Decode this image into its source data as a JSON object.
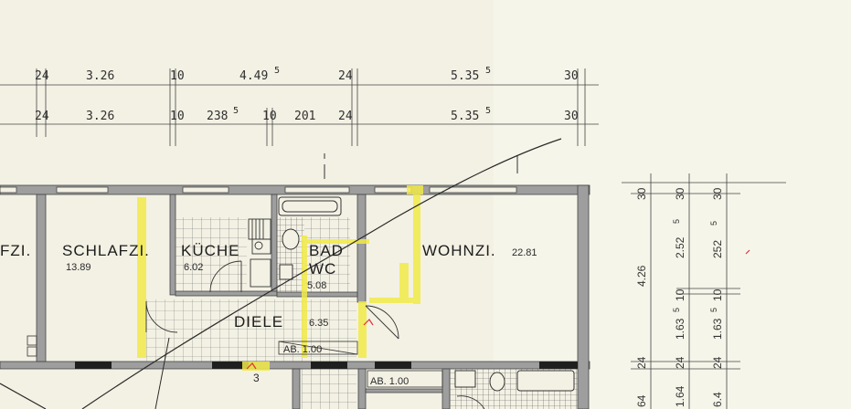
{
  "dimensions_top": {
    "row1": [
      "24",
      "3.26",
      "10",
      "4.49",
      "5",
      "24",
      "5.35",
      "5",
      "30"
    ],
    "row2": [
      "24",
      "3.26",
      "10",
      "238",
      "5",
      "10",
      "201",
      "24",
      "5.35",
      "5",
      "30"
    ]
  },
  "rooms": {
    "left_room": "FZI.",
    "schlafzi": "SCHLAFZI.",
    "schlafzi_area": "13.89",
    "kueche": "KÜCHE",
    "kueche_area": "6.02",
    "bad": "BAD",
    "wc": "WC",
    "bad_area": "5.08",
    "wohnzi": "WOHNZI.",
    "wohnzi_area": "22.81",
    "diele": "DIELE",
    "diele_area": "6.35",
    "ab_upper": "AB. 1.00",
    "ab_lower": "AB. 1.00",
    "stair_num": "3"
  },
  "dimensions_right": {
    "col1": [
      "30",
      "4.26",
      "24",
      "64"
    ],
    "col2": [
      "30",
      "2.52",
      "5",
      "10",
      "1.63",
      "5",
      "24",
      "1.64"
    ],
    "col3": [
      "30",
      "252",
      "5",
      "10",
      "1.63",
      "5",
      "24",
      "6.4"
    ]
  },
  "colors": {
    "paper": "#f3f1e4",
    "wall": "#9a9a9a",
    "ink": "#2b2b2b",
    "highlight": "#f1ea4a"
  }
}
